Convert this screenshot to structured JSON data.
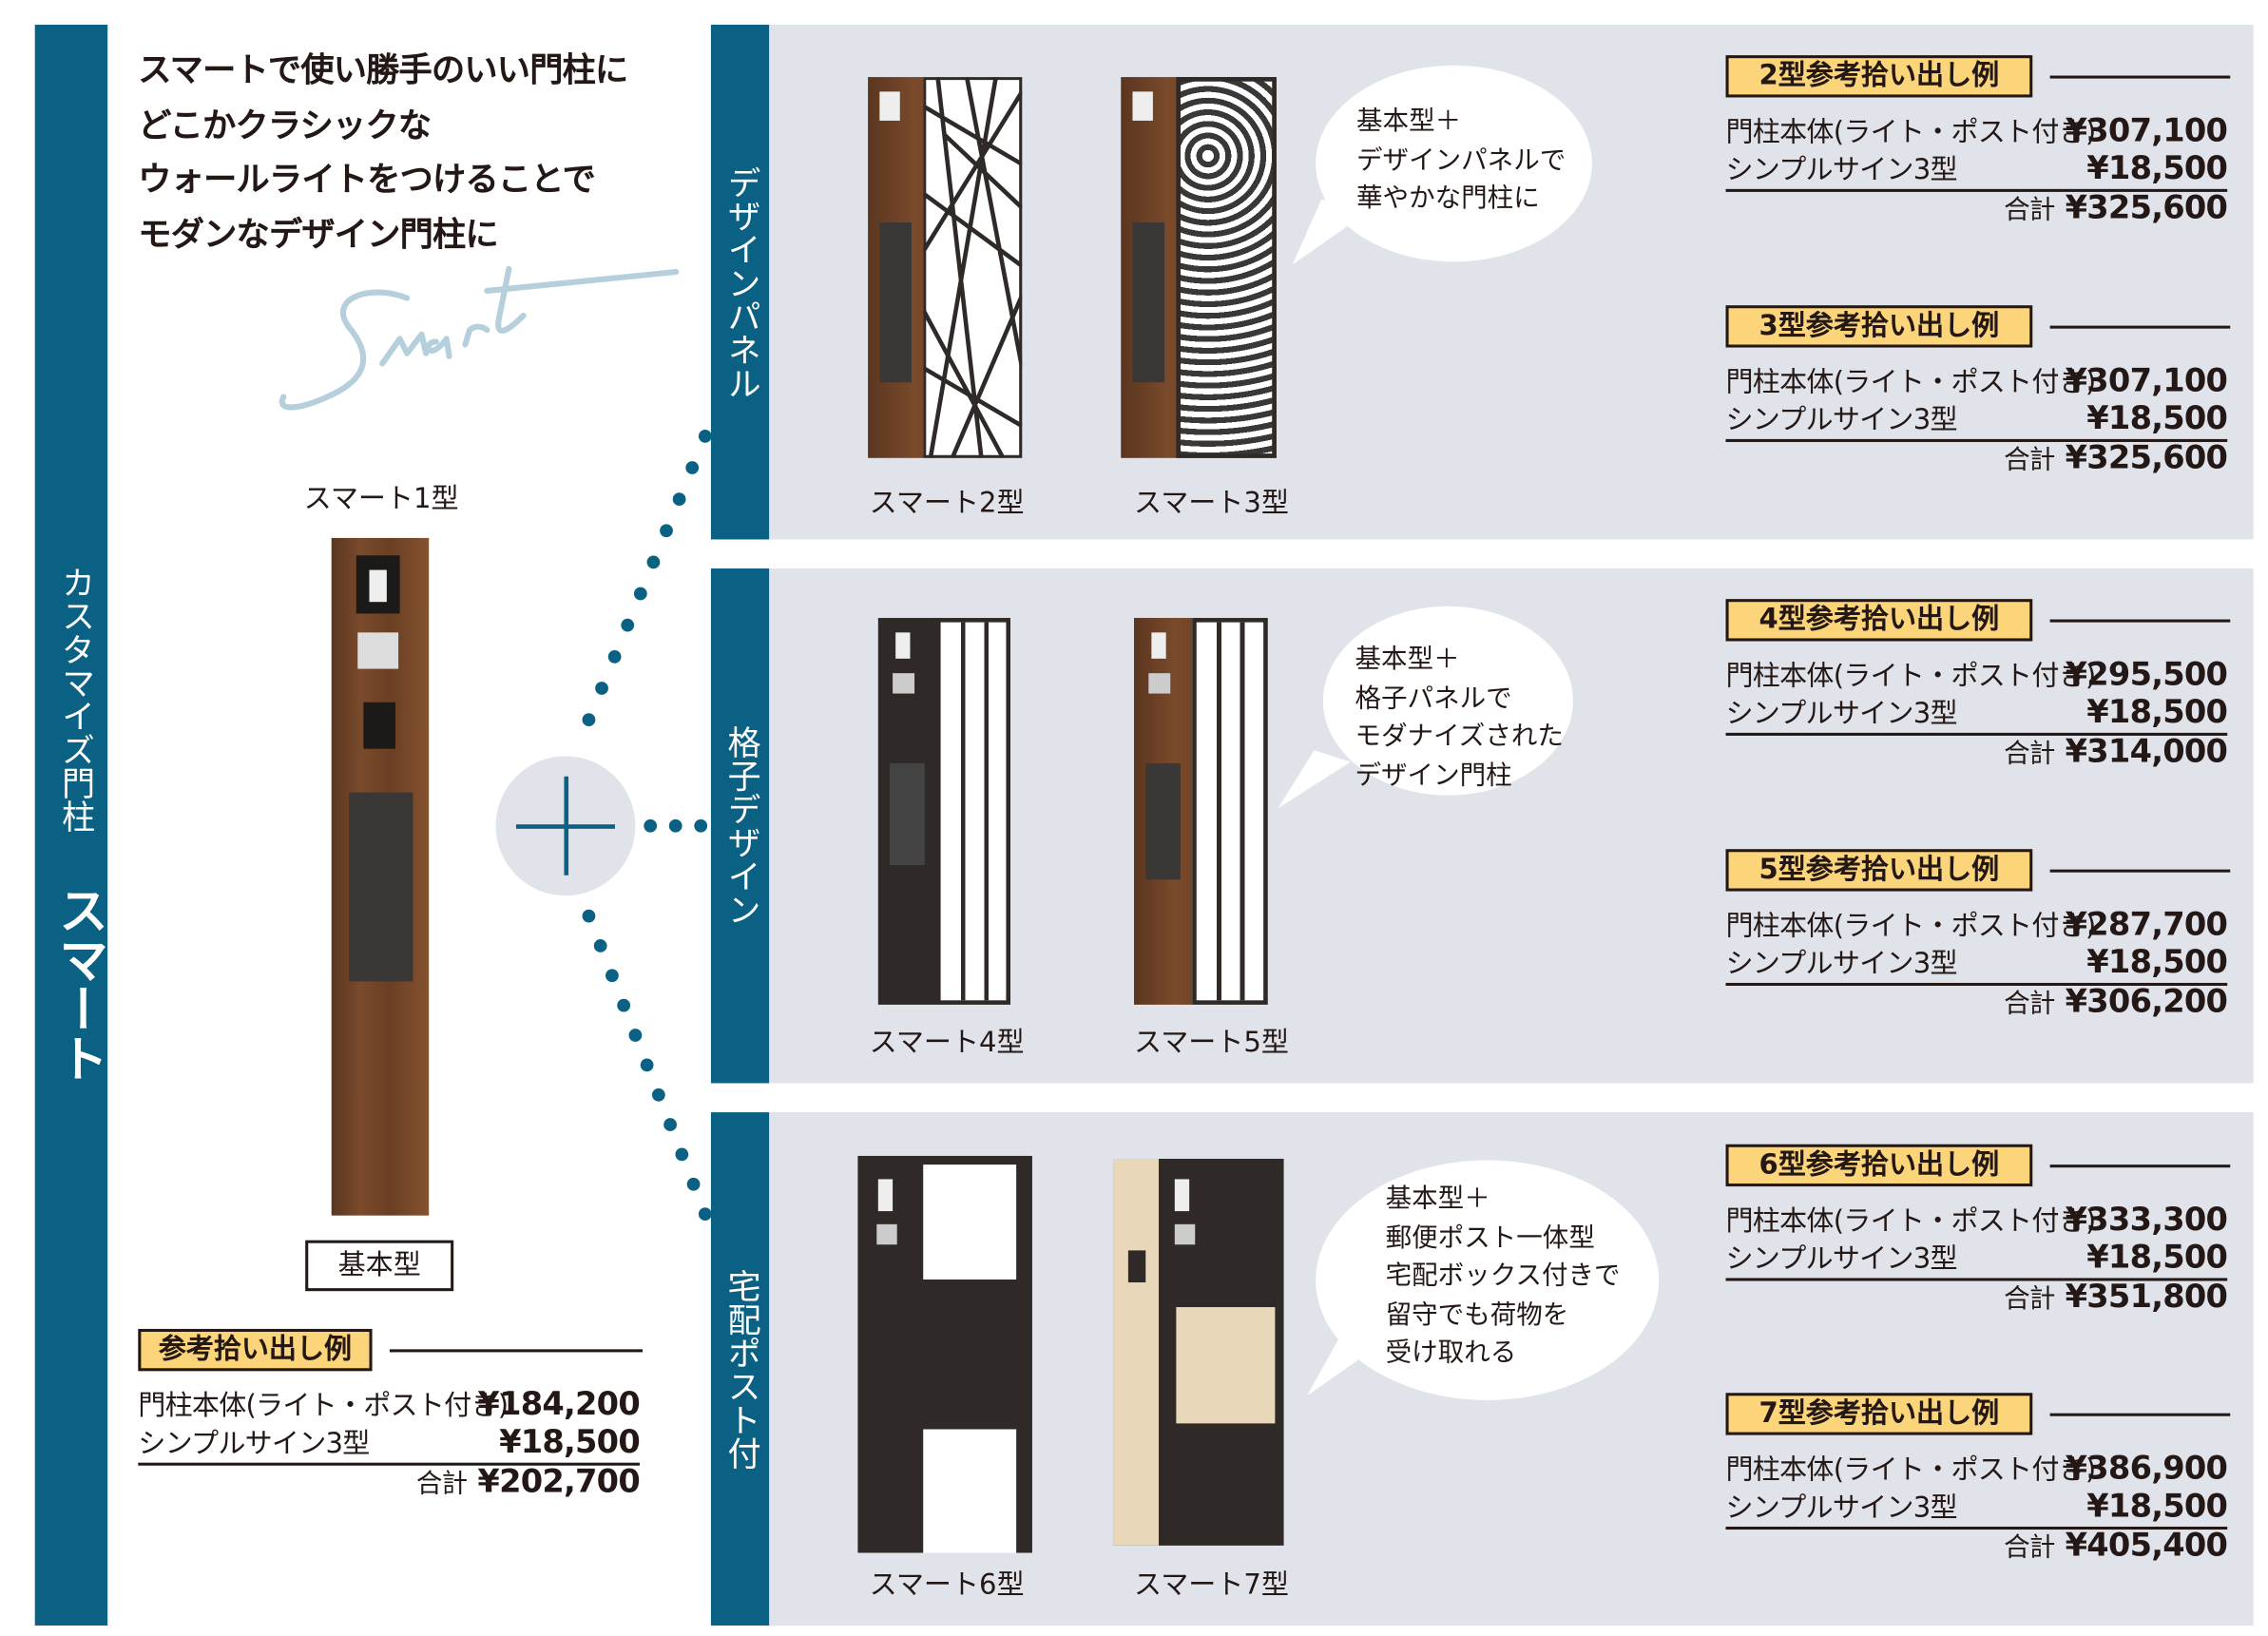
{
  "sidebar": {
    "category": "カスタマイズ門柱",
    "series": "スマート"
  },
  "headline": [
    "スマートで使い勝手のいい門柱に",
    "どこかクラシックな",
    "ウォールライトをつけることで",
    "モダンなデザイン門柱に"
  ],
  "logo_script": "Smart",
  "base": {
    "model": "スマート1型",
    "tag": "基本型",
    "price": {
      "label": "参考拾い出し例",
      "item1": "門柱本体(ライト・ポスト付き)",
      "value1": "¥184,200",
      "item2": "シンプルサイン3型",
      "value2": "¥18,500",
      "total_label": "合計",
      "total": "¥202,700"
    }
  },
  "sections": [
    {
      "tab": "デザインパネル",
      "models": [
        "スマート2型",
        "スマート3型"
      ],
      "bubble": [
        "基本型＋",
        "デザインパネルで",
        "華やかな門柱に"
      ],
      "prices": [
        {
          "label": "2型参考拾い出し例",
          "item1": "門柱本体(ライト・ポスト付き)",
          "value1": "¥307,100",
          "item2": "シンプルサイン3型",
          "value2": "¥18,500",
          "total_label": "合計",
          "total": "¥325,600"
        },
        {
          "label": "3型参考拾い出し例",
          "item1": "門柱本体(ライト・ポスト付き)",
          "value1": "¥307,100",
          "item2": "シンプルサイン3型",
          "value2": "¥18,500",
          "total_label": "合計",
          "total": "¥325,600"
        }
      ]
    },
    {
      "tab": "格子デザイン",
      "models": [
        "スマート4型",
        "スマート5型"
      ],
      "bubble": [
        "基本型＋",
        "格子パネルで",
        "モダナイズされた",
        "デザイン門柱"
      ],
      "prices": [
        {
          "label": "4型参考拾い出し例",
          "item1": "門柱本体(ライト・ポスト付き)",
          "value1": "¥295,500",
          "item2": "シンプルサイン3型",
          "value2": "¥18,500",
          "total_label": "合計",
          "total": "¥314,000"
        },
        {
          "label": "5型参考拾い出し例",
          "item1": "門柱本体(ライト・ポスト付き)",
          "value1": "¥287,700",
          "item2": "シンプルサイン3型",
          "value2": "¥18,500",
          "total_label": "合計",
          "total": "¥306,200"
        }
      ]
    },
    {
      "tab": "宅配ポスト付",
      "models": [
        "スマート6型",
        "スマート7型"
      ],
      "bubble": [
        "基本型＋",
        "郵便ポスト一体型",
        "宅配ボックス付きで",
        "留守でも荷物を",
        "受け取れる"
      ],
      "prices": [
        {
          "label": "6型参考拾い出し例",
          "item1": "門柱本体(ライト・ポスト付き)",
          "value1": "¥333,300",
          "item2": "シンプルサイン3型",
          "value2": "¥18,500",
          "total_label": "合計",
          "total": "¥351,800"
        },
        {
          "label": "7型参考拾い出し例",
          "item1": "門柱本体(ライト・ポスト付き)",
          "value1": "¥386,900",
          "item2": "シンプルサイン3型",
          "value2": "¥18,500",
          "total_label": "合計",
          "total": "¥405,400"
        }
      ]
    }
  ],
  "colors": {
    "brand_blue": "#0a6184",
    "panel_gray": "#e1e3ea",
    "label_yellow": "#fcd57a",
    "script_blue": "#b5cfdc"
  }
}
